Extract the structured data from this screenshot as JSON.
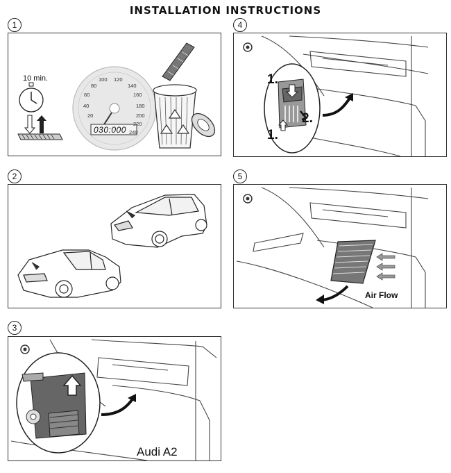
{
  "title": "INSTALLATION INSTRUCTIONS",
  "steps": [
    {
      "number": "1",
      "time_label": "10 min.",
      "odometer": "030:000",
      "speed_ticks": [
        "20",
        "40",
        "60",
        "80",
        "100",
        "120",
        "140",
        "160",
        "180",
        "200",
        "220",
        "240"
      ]
    },
    {
      "number": "2"
    },
    {
      "number": "3",
      "model_label": "Audi A2"
    },
    {
      "number": "4",
      "callouts": [
        "1.",
        "2.",
        "1."
      ]
    },
    {
      "number": "5",
      "airflow_label": "Air Flow"
    }
  ]
}
